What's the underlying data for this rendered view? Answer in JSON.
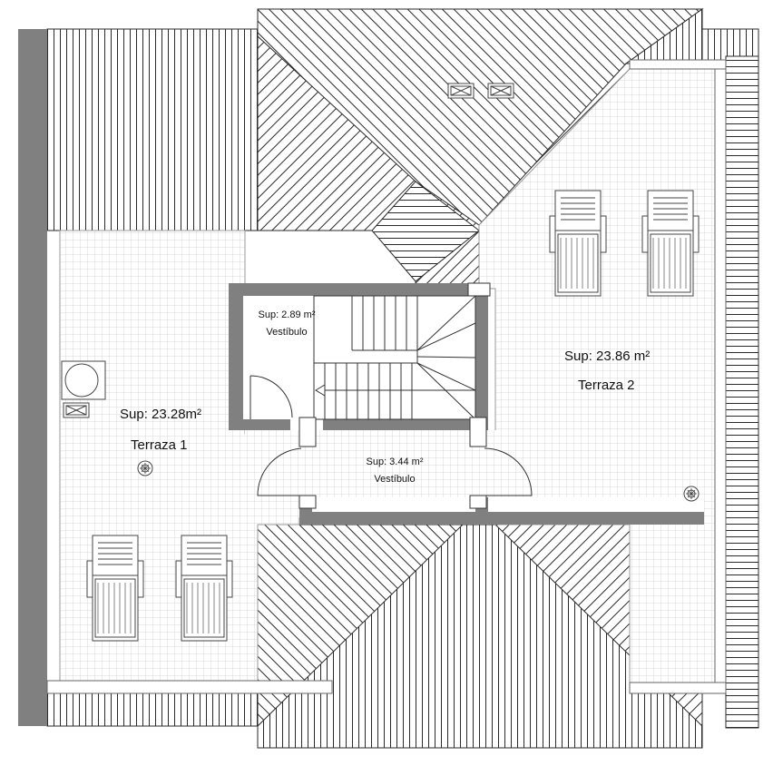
{
  "rooms": {
    "terraza1": {
      "name": "Terraza 1",
      "area": "Sup: 23.28m²"
    },
    "terraza2": {
      "name": "Terraza 2",
      "area": "Sup: 23.86 m²"
    },
    "vestibulo_upper": {
      "name": "Vestíbulo",
      "area": "Sup: 2.89 m²"
    },
    "vestibulo_lower": {
      "name": "Vestíbulo",
      "area": "Sup: 3.44 m²"
    }
  },
  "colors": {
    "wall": "#808080",
    "roof_line": "#2a2a2a",
    "tile_grid": "#cfcfcf"
  },
  "icons": {
    "loungers": [
      "sun-lounger-icon",
      "sun-lounger-icon",
      "sun-lounger-icon",
      "sun-lounger-icon"
    ],
    "vents": [
      "roof-vent-icon",
      "roof-vent-icon",
      "ac-unit-icon"
    ],
    "drains": [
      "floor-drain-icon",
      "floor-drain-icon"
    ]
  }
}
